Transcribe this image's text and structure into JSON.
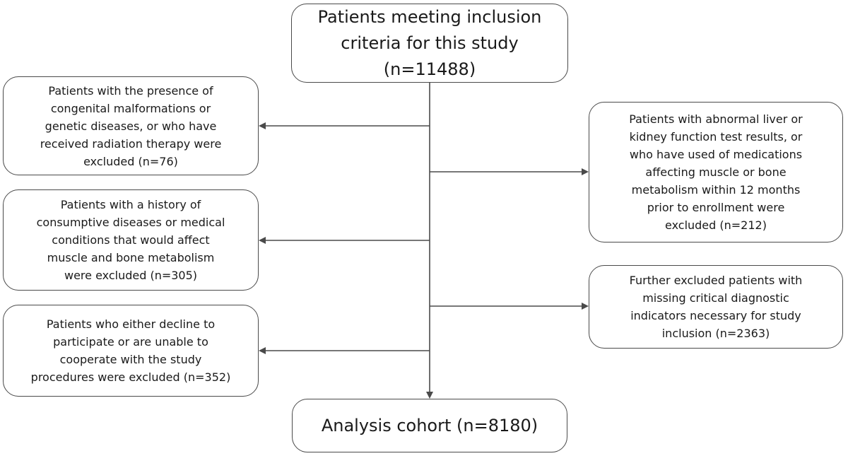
{
  "flowchart": {
    "start": {
      "text": "Patients meeting inclusion\ncriteria for this study\n(n=11488)"
    },
    "exclusions_left": [
      {
        "text": "Patients with the presence of\ncongenital malformations or\ngenetic diseases, or who have\nreceived radiation therapy were\nexcluded (n=76)"
      },
      {
        "text": "Patients with a history of\nconsumptive diseases or medical\nconditions that would affect\nmuscle and bone metabolism\nwere excluded (n=305)"
      },
      {
        "text": "Patients who either decline to\nparticipate or are unable to\ncooperate with the study\nprocedures were excluded (n=352)"
      }
    ],
    "exclusions_right": [
      {
        "text": "Patients with abnormal liver or\nkidney function test results, or\nwho have used of medications\naffecting muscle or bone\nmetabolism within 12 months\nprior to enrollment were\nexcluded (n=212)"
      },
      {
        "text": "Further excluded patients with\nmissing critical diagnostic\nindicators necessary for study\ninclusion (n=2363)"
      }
    ],
    "end": {
      "text": "Analysis cohort (n=8180)"
    },
    "colors": {
      "border": "#4a4a4a",
      "line": "#4a4a4a",
      "text": "#1a1a1a",
      "background": "#ffffff"
    }
  }
}
